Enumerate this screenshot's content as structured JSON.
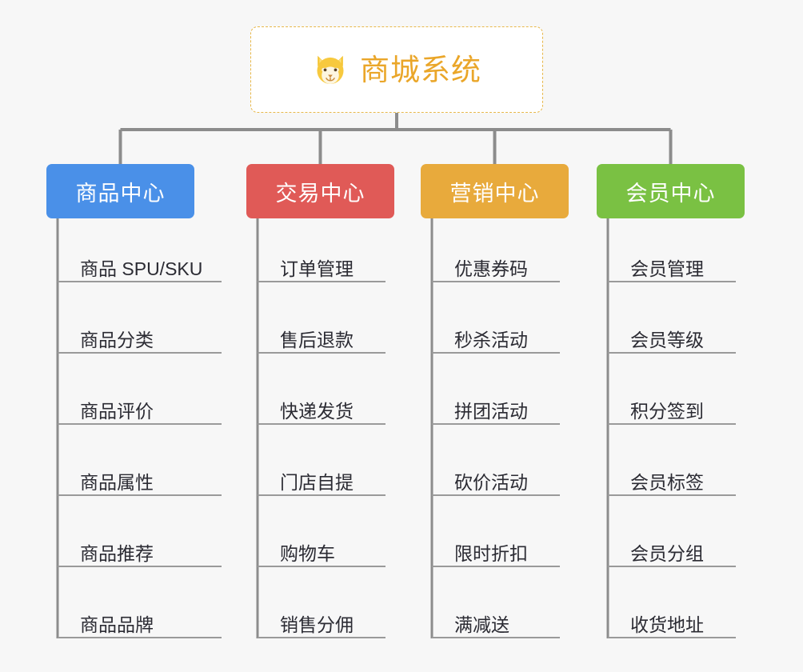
{
  "diagram": {
    "title": "商城系统",
    "background_color": "#f7f7f7",
    "root": {
      "label": "商城系统",
      "icon": "shiba-dog-icon",
      "text_color": "#eaa629",
      "border_color": "#e8b84b",
      "background_color": "#ffffff"
    },
    "connector_color": "#8c8c8c",
    "leaf_rule_color": "#9a9a9a",
    "leaf_text_color": "#2b2b33",
    "categories": [
      {
        "label": "商品中心",
        "color": "#4a90e8",
        "items": [
          "商品 SPU/SKU",
          "商品分类",
          "商品评价",
          "商品属性",
          "商品推荐",
          "商品品牌"
        ]
      },
      {
        "label": "交易中心",
        "color": "#e05a57",
        "items": [
          "订单管理",
          "售后退款",
          "快递发货",
          "门店自提",
          "购物车",
          "销售分佣"
        ]
      },
      {
        "label": "营销中心",
        "color": "#e8aa3c",
        "items": [
          "优惠券码",
          "秒杀活动",
          "拼团活动",
          "砍价活动",
          "限时折扣",
          "满减送"
        ]
      },
      {
        "label": "会员中心",
        "color": "#7ac143",
        "items": [
          "会员管理",
          "会员等级",
          "积分签到",
          "会员标签",
          "会员分组",
          "收货地址"
        ]
      }
    ]
  }
}
